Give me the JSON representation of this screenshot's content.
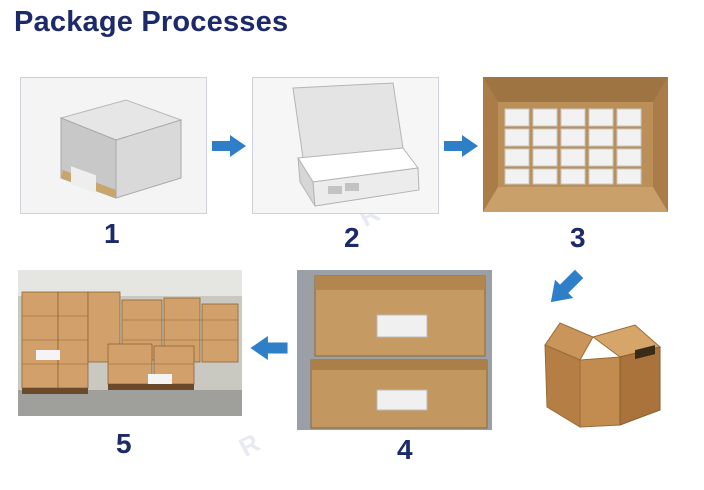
{
  "title": "Package Processes",
  "accent_color": "#2f7fc8",
  "steps": [
    {
      "number": "1"
    },
    {
      "number": "2"
    },
    {
      "number": "3"
    },
    {
      "number": "4"
    },
    {
      "number": "5"
    }
  ]
}
